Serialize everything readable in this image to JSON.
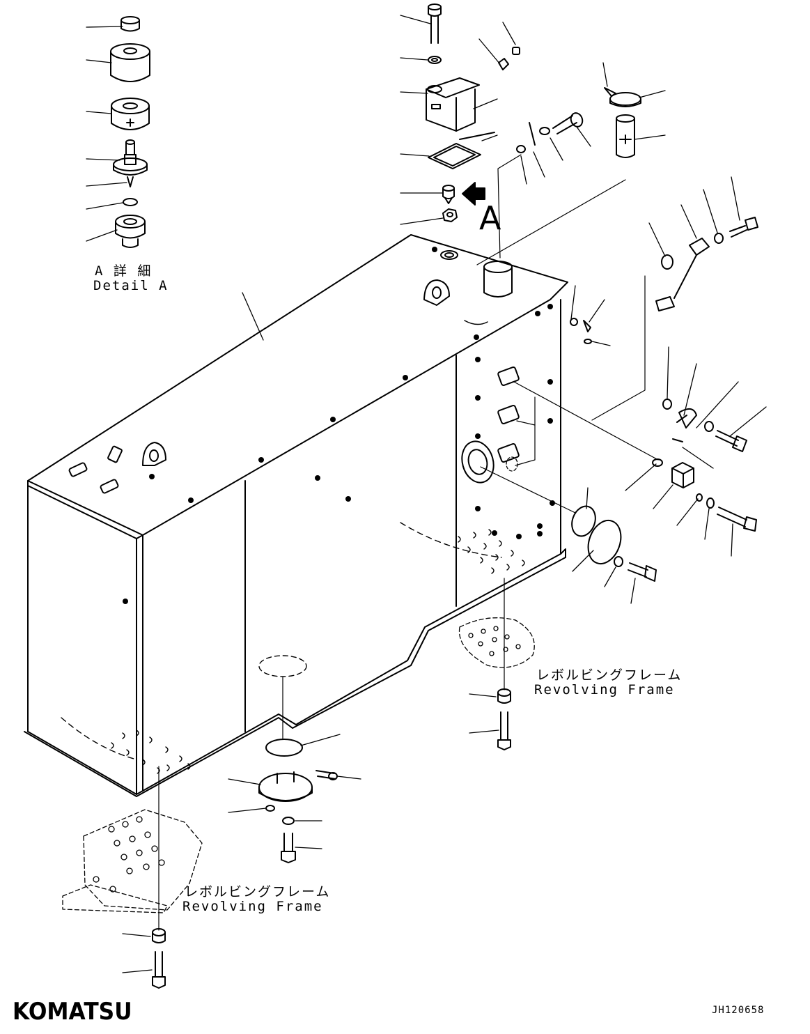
{
  "detail": {
    "jp": "A 詳 細",
    "en": "Detail A"
  },
  "view_marker": "A",
  "frame_label_right": {
    "jp": "レボルビングフレーム",
    "en": "Revolving Frame"
  },
  "frame_label_left": {
    "jp": "レボルビングフレーム",
    "en": "Revolving Frame"
  },
  "brand": "KOMATSU",
  "drawing_id": "JH120658"
}
